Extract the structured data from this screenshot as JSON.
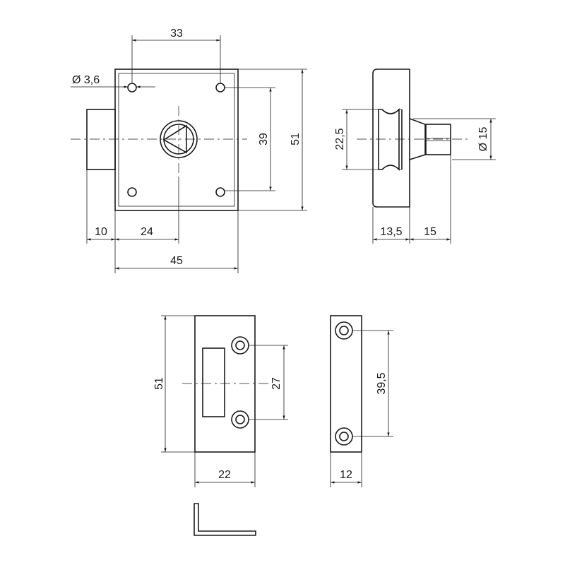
{
  "title": "Rim lock technical drawing",
  "dimensions": {
    "front": {
      "hole_pitch": "33",
      "hole_diameter": "Ø 3,6",
      "hole_vertical": "39",
      "height": "51",
      "cylinder": "10",
      "backset": "24",
      "width": "45"
    },
    "side": {
      "groove": "22,5",
      "shaft_diameter": "Ø 15",
      "body_depth": "13,5",
      "shaft_length": "15"
    },
    "strike_front": {
      "height": "51",
      "hole_pitch": "27",
      "width": "22"
    },
    "strike_side": {
      "hole_pitch": "39,5",
      "width": "12"
    }
  },
  "colors": {
    "line": "#1a1a1a",
    "background": "#ffffff"
  }
}
